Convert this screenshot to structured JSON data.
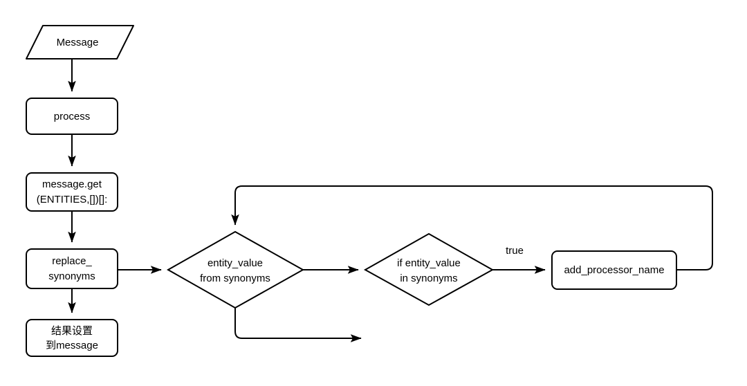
{
  "diagram": {
    "type": "flowchart",
    "title": "",
    "background_color": "#ffffff",
    "stroke_color": "#000000",
    "fill_color": "#ffffff",
    "nodes": {
      "message": {
        "label": "Message",
        "shape": "parallelogram"
      },
      "process": {
        "label": "process",
        "shape": "rounded-rectangle"
      },
      "message_get": {
        "line1": "message.get",
        "line2": "(ENTITIES,[])[]:",
        "shape": "rounded-rectangle"
      },
      "replace_synonyms": {
        "line1": "replace_",
        "line2": "synonyms",
        "shape": "rounded-rectangle"
      },
      "set_result": {
        "line1": "结果设置",
        "line2": "到message",
        "shape": "rounded-rectangle"
      },
      "entity_value_from_synonyms": {
        "line1": "entity_value",
        "line2": "from synonyms",
        "shape": "diamond"
      },
      "if_entity_value_in_synonyms": {
        "line1": "if entity_value",
        "line2": "in synonyms",
        "shape": "diamond"
      },
      "add_processor_name": {
        "label": "add_processor_name",
        "shape": "rounded-rectangle"
      }
    },
    "edges": [
      {
        "id": "message-to-process",
        "from": "message",
        "to": "process",
        "label": ""
      },
      {
        "id": "process-to-message-get",
        "from": "process",
        "to": "message_get",
        "label": ""
      },
      {
        "id": "message-get-to-replace-synonyms",
        "from": "message_get",
        "to": "replace_synonyms",
        "label": ""
      },
      {
        "id": "replace-synonyms-to-set-result",
        "from": "replace_synonyms",
        "to": "set_result",
        "label": ""
      },
      {
        "id": "replace-synonyms-to-entity-value",
        "from": "replace_synonyms",
        "to": "entity_value_from_synonyms",
        "label": ""
      },
      {
        "id": "entity-value-to-if-entity-value",
        "from": "entity_value_from_synonyms",
        "to": "if_entity_value_in_synonyms",
        "label": ""
      },
      {
        "id": "if-entity-value-to-add-processor-name",
        "from": "if_entity_value_in_synonyms",
        "to": "add_processor_name",
        "label": "true"
      },
      {
        "id": "add-processor-name-loopback",
        "from": "add_processor_name",
        "to": "entity_value_from_synonyms",
        "label": ""
      },
      {
        "id": "entity-value-exit",
        "from": "entity_value_from_synonyms",
        "to": "",
        "label": ""
      }
    ]
  }
}
